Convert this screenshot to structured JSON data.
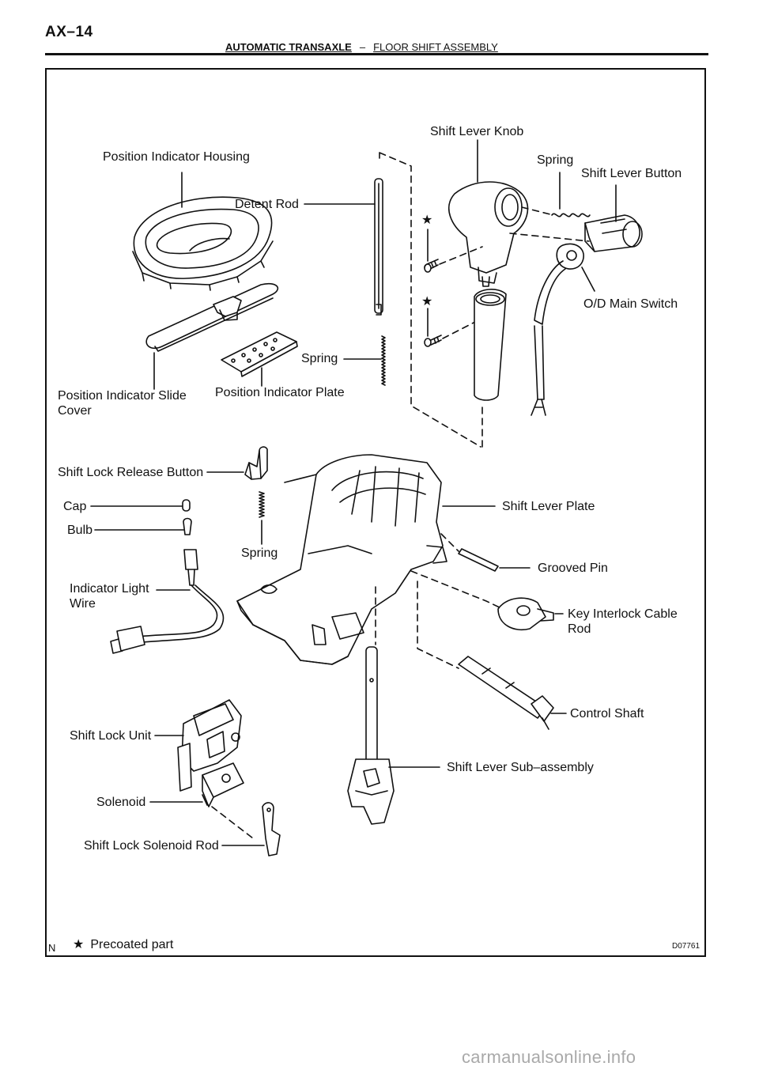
{
  "header": {
    "page_code": "AX–14",
    "section_title": "AUTOMATIC TRANSAXLE",
    "separator": "–",
    "subsection_title": "FLOOR SHIFT ASSEMBLY"
  },
  "labels": {
    "shift_lever_knob": "Shift Lever Knob",
    "position_indicator_housing": "Position Indicator Housing",
    "spring_top": "Spring",
    "shift_lever_button": "Shift Lever Button",
    "detent_rod": "Detent Rod",
    "od_main_switch": "O/D Main Switch",
    "spring_mid": "Spring",
    "position_indicator_slide_cover": "Position Indicator Slide\nCover",
    "position_indicator_plate": "Position Indicator Plate",
    "shift_lock_release_button": "Shift Lock Release Button",
    "cap": "Cap",
    "bulb": "Bulb",
    "shift_lever_plate": "Shift Lever Plate",
    "spring_low": "Spring",
    "grooved_pin": "Grooved Pin",
    "indicator_light_wire": "Indicator Light\nWire",
    "key_interlock_cable_rod": "Key Interlock Cable\nRod",
    "control_shaft": "Control Shaft",
    "shift_lock_unit": "Shift Lock Unit",
    "shift_lever_sub_assembly": "Shift Lever Sub–assembly",
    "solenoid": "Solenoid",
    "shift_lock_solenoid_rod": "Shift Lock Solenoid Rod"
  },
  "legend": {
    "star": "★",
    "text": "Precoated part"
  },
  "corner_mark": "N",
  "figure_code": "D07761",
  "watermark": "carmanualsonline.info"
}
